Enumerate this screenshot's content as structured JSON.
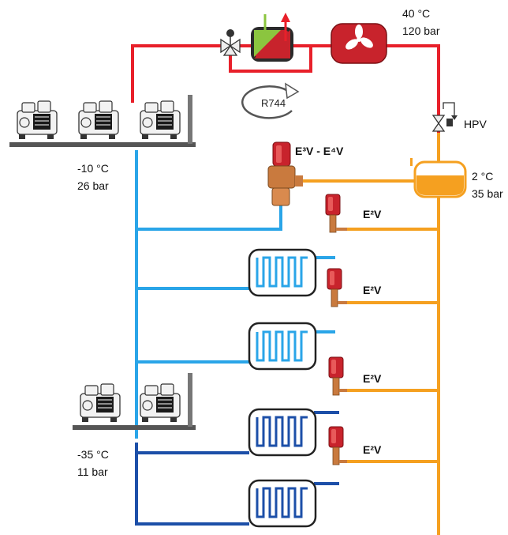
{
  "labels": {
    "gas_cooler": {
      "temp": "40 °C",
      "pressure": "120 bar"
    },
    "hpv": "HPV",
    "receiver": {
      "temp": "2 °C",
      "pressure": "35 bar"
    },
    "mt_suction": {
      "temp": "-10 °C",
      "pressure": "26 bar"
    },
    "lt_suction": {
      "temp": "-35 °C",
      "pressure": "11 bar"
    },
    "refrigerant": "R744",
    "main_valve": "E³V - E⁴V",
    "evap_valve": "E²V"
  },
  "colors": {
    "high_pressure": "#e8202a",
    "receiver_line": "#f5a020",
    "mt_suction": "#2aa5e8",
    "lt_suction": "#1c4fa8",
    "valve_red": "#c8232c",
    "valve_copper": "#c97a3e"
  },
  "icons": {
    "compressor": "compressor-icon",
    "three_way_valve": "three-way-valve-icon",
    "heat_recovery": "heat-recovery-icon",
    "gas_cooler": "fan-icon",
    "hpv_valve": "hpv-valve-icon",
    "receiver": "receiver-tank-icon",
    "evaporator": "evaporator-coil-icon",
    "cycle": "cycle-arrow-icon"
  }
}
